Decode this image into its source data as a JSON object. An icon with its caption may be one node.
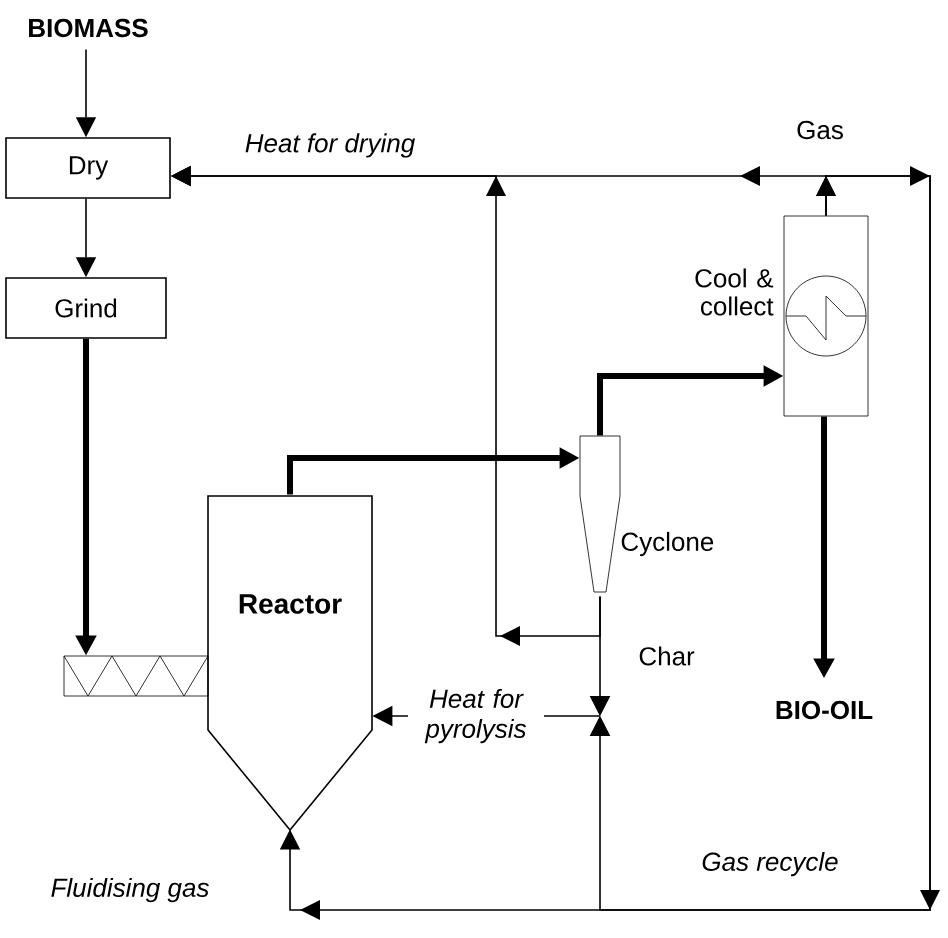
{
  "diagram": {
    "nodes": [
      {
        "text": [
          "BIOMASS"
        ]
      },
      {
        "text": [
          "Dry"
        ]
      },
      {
        "text": [
          "Grind"
        ]
      },
      {
        "text": [],
        "shape": "screw"
      },
      {
        "text": [
          "Reactor"
        ]
      },
      {
        "text": [
          "Cyclone"
        ]
      },
      {
        "text": [
          "Cool & collect"
        ]
      },
      {
        "text": [
          "BIO-OIL"
        ]
      },
      {
        "text": [],
        "shape": "valve"
      }
    ],
    "edges": [
      {
        "from": 0,
        "to": 1,
        "arrow": "to"
      },
      {
        "from": 1,
        "to": 2,
        "arrow": "to"
      },
      {
        "from": 2,
        "to": 3,
        "arrow": "to",
        "style": "thick"
      },
      {
        "from": 4,
        "to": 5,
        "arrow": "to",
        "style": "thick"
      },
      {
        "from": 5,
        "to": 6,
        "arrow": "to",
        "style": "thick"
      },
      {
        "from": 6,
        "to": 7,
        "arrow": "to",
        "style": "thick"
      },
      {
        "from": 5,
        "to": 8,
        "arrow": "to",
        "label": "Char"
      },
      {
        "from": 8,
        "to": 4,
        "arrow": "to",
        "label": "Heat for pyrolysis"
      },
      {
        "from": 5,
        "to": 1,
        "arrow": "to",
        "label": "Heat for drying"
      },
      {
        "from": 6,
        "to": 1,
        "arrow": "to"
      },
      {
        "from": 6,
        "to": 4,
        "arrow": "to"
      },
      {
        "from": 6,
        "to": 8,
        "arrow": "to"
      }
    ],
    "labels": [
      "Gas",
      "Gas recycle",
      "Fluidising gas"
    ]
  }
}
